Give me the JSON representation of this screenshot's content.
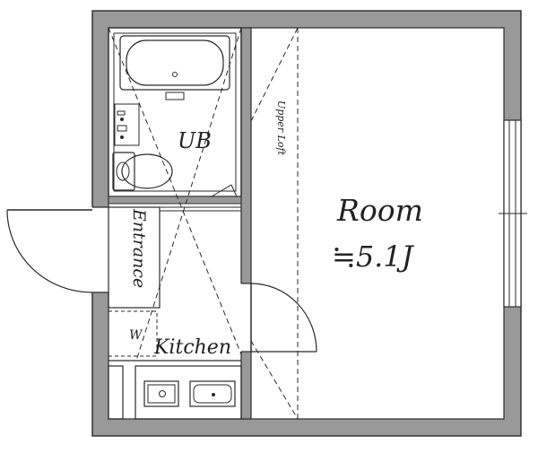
{
  "floorplan": {
    "rooms": {
      "unit_bath": "UB",
      "entrance": "Entrance",
      "kitchen": "Kitchen",
      "room": "Room",
      "room_size": "≒5.1J",
      "washer": "W",
      "loft": "Upper Loft"
    },
    "colors": {
      "wall": "#999999",
      "line": "#2a2a2a",
      "background": "#ffffff"
    }
  }
}
